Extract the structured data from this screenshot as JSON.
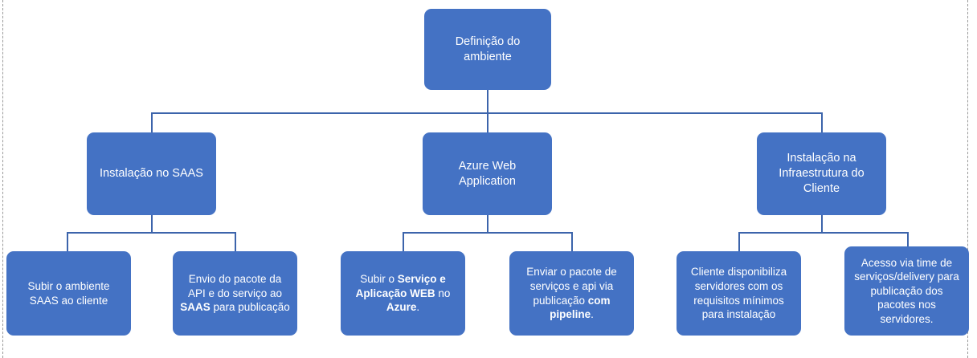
{
  "diagram": {
    "title_node": {
      "id": "definicao-do-ambiente",
      "label": "Definição do\nambiente"
    },
    "colors": {
      "node_fill": "#4472C4",
      "connector": "#3C64AB",
      "node_text": "#FFFFFF",
      "guide_line": "#9A9A9A",
      "background": "#FFFFFF"
    },
    "level2": [
      {
        "id": "instalacao-no-saas",
        "label": "Instalação no SAAS"
      },
      {
        "id": "azure-web-application",
        "label": "Azure Web\nApplication"
      },
      {
        "id": "instalacao-na-infraestrutura-do-cliente",
        "label": "Instalação na\nInfraestrutura do\nCliente"
      }
    ],
    "level3": [
      {
        "id": "subir-o-ambiente-saas-ao-cliente",
        "parent": "instalacao-no-saas",
        "segments": [
          {
            "text": "Subir o ambiente SAAS ao cliente",
            "bold": false
          }
        ]
      },
      {
        "id": "envio-do-pacote-da-api",
        "parent": "instalacao-no-saas",
        "segments": [
          {
            "text": "Envio do pacote da API e do serviço ao ",
            "bold": false
          },
          {
            "text": "SAAS",
            "bold": true
          },
          {
            "text": " para publicação",
            "bold": false
          }
        ]
      },
      {
        "id": "subir-o-servico-e-aplicacao-web-no-azure",
        "parent": "azure-web-application",
        "segments": [
          {
            "text": "Subir o ",
            "bold": false
          },
          {
            "text": "Serviço e Aplicação WEB",
            "bold": true
          },
          {
            "text": " no ",
            "bold": false
          },
          {
            "text": "Azure",
            "bold": true
          },
          {
            "text": ".",
            "bold": false
          }
        ]
      },
      {
        "id": "enviar-o-pacote-de-servicos-e-api",
        "parent": "azure-web-application",
        "segments": [
          {
            "text": "Enviar o pacote de serviços e api via publicação ",
            "bold": false
          },
          {
            "text": "com pipeline",
            "bold": true
          },
          {
            "text": ".",
            "bold": false
          }
        ]
      },
      {
        "id": "cliente-disponibiliza-servidores",
        "parent": "instalacao-na-infraestrutura-do-cliente",
        "segments": [
          {
            "text": "Cliente disponibiliza servidores com os requisitos mínimos para instalação",
            "bold": false
          }
        ]
      },
      {
        "id": "acesso-via-time-de-servicos-delivery",
        "parent": "instalacao-na-infraestrutura-do-cliente",
        "segments": [
          {
            "text": "Acesso via time de serviços/delivery para publicação dos pacotes nos servidores.",
            "bold": false
          }
        ]
      }
    ]
  }
}
